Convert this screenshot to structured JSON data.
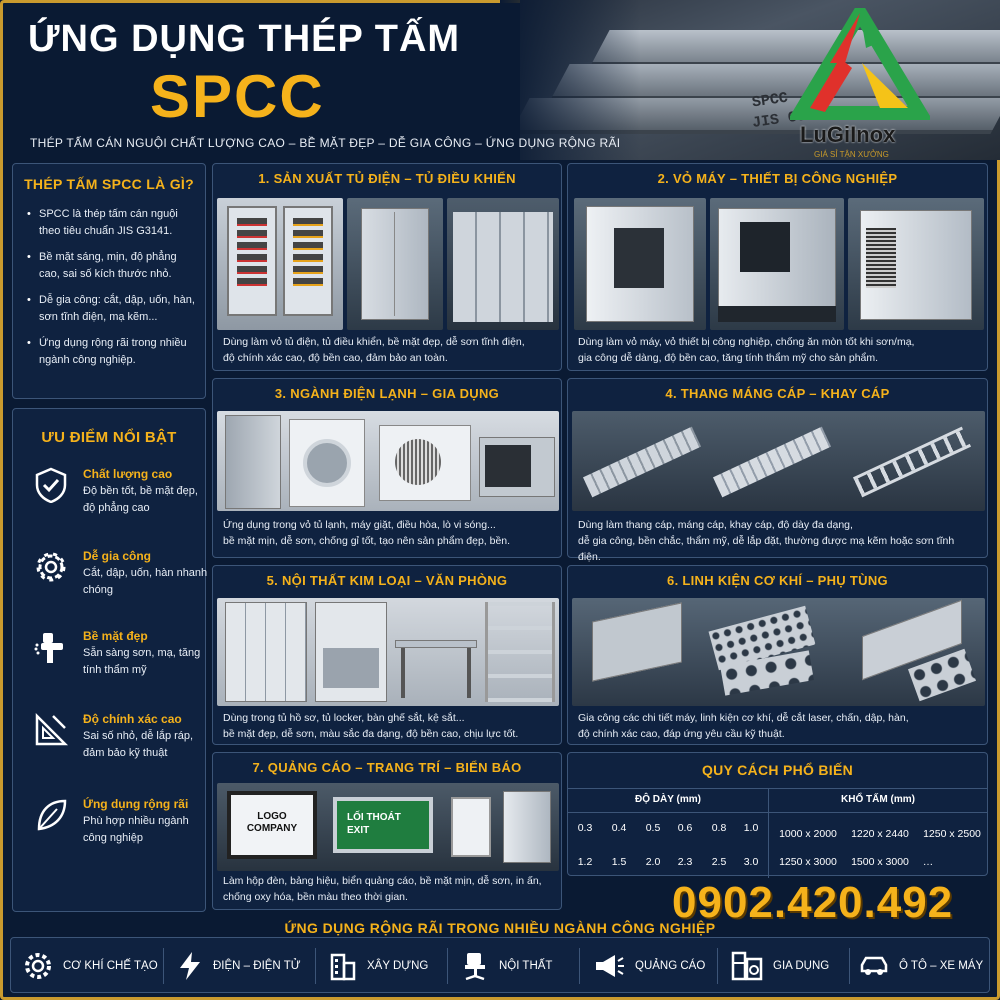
{
  "header": {
    "title_line1": "ỨNG DỤNG THÉP TẤM",
    "title_line2": "SPCC",
    "tagline": "THÉP TẤM CÁN NGUỘI CHẤT LƯỢNG CAO  –  BỀ MẶT ĐẸP  –  DỄ GIA CÔNG – ỨNG DỤNG RỘNG RÃI",
    "plate_text_1": "SPCC",
    "plate_text_2": "JIS G314"
  },
  "brand": {
    "name": "LuGiInox",
    "sub": "GIÁ SỈ TẬN XƯỞNG",
    "colors": {
      "red": "#e0312b",
      "green": "#2aa34a",
      "yellow": "#f5c318"
    }
  },
  "about": {
    "title": "THÉP TẤM SPCC LÀ GÌ?",
    "items": [
      "SPCC là thép tấm cán nguội theo tiêu chuẩn JIS G3141.",
      "Bề mặt sáng, mịn, độ phẳng cao, sai số kích thước nhỏ.",
      "Dễ gia công: cắt, dập, uốn, hàn, sơn tĩnh điện, mạ kẽm...",
      "Ứng dụng rộng rãi trong nhiều ngành công nghiệp."
    ]
  },
  "advantages": {
    "title": "ƯU ĐIỂM NỔI BẬT",
    "items": [
      {
        "title": "Chất lượng cao",
        "desc": "Độ bền tốt, bề mặt đẹp, độ phẳng cao",
        "icon": "shield-check-icon"
      },
      {
        "title": "Dễ gia công",
        "desc": "Cắt, dập, uốn, hàn nhanh chóng",
        "icon": "gear-icon"
      },
      {
        "title": "Bề mặt đẹp",
        "desc": "Sẵn sàng sơn, mạ, tăng tính thẩm mỹ",
        "icon": "spray-gun-icon"
      },
      {
        "title": "Độ chính xác cao",
        "desc": "Sai số nhỏ, dễ lắp ráp, đảm bảo kỹ thuật",
        "icon": "ruler-square-icon"
      },
      {
        "title": "Ứng dụng rộng rãi",
        "desc": "Phù hợp nhiều ngành công nghiệp",
        "icon": "leaf-icon"
      }
    ]
  },
  "apps": [
    {
      "title": "1. SẢN XUẤT TỦ ĐIỆN – TỦ ĐIỀU KHIỂN",
      "caption": [
        "Dùng làm vỏ tủ điện, tủ điều khiển, bề mặt đẹp, dễ sơn tĩnh điện,",
        "độ chính xác cao, độ bền cao, đảm bảo an toàn."
      ]
    },
    {
      "title": "2. VỎ MÁY – THIẾT BỊ CÔNG NGHIỆP",
      "caption": [
        "Dùng làm vỏ máy, vỏ thiết bị công nghiệp, chống ăn mòn tốt khi sơn/mạ,",
        "gia công dễ dàng, độ bền cao, tăng tính thẩm mỹ cho sản phẩm."
      ]
    },
    {
      "title": "3. NGÀNH ĐIỆN LẠNH – GIA DỤNG",
      "caption": [
        "Ứng dụng trong vỏ tủ lạnh, máy giặt, điều hòa, lò vi sóng...",
        "bề mặt mịn, dễ sơn, chống gỉ tốt, tạo nên sản phẩm đẹp, bền."
      ]
    },
    {
      "title": "4. THANG MÁNG CÁP – KHAY CÁP",
      "caption": [
        "Dùng làm thang cáp, máng cáp, khay cáp, độ dày đa dạng,",
        "dễ gia công, bền chắc, thẩm mỹ, dễ lắp đặt, thường được mạ kẽm hoặc sơn tĩnh điện."
      ]
    },
    {
      "title": "5. NỘI THẤT KIM LOẠI – VĂN PHÒNG",
      "caption": [
        "Dùng trong tủ hồ sơ, tủ locker, bàn ghế sắt, kệ sắt...",
        "bề mặt đẹp, dễ sơn, màu sắc đa dạng, độ bền cao, chịu lực tốt."
      ]
    },
    {
      "title": "6. LINH KIỆN CƠ KHÍ – PHỤ TÙNG",
      "caption": [
        "Gia công các chi tiết máy, linh kiện cơ khí, dễ cắt laser, chấn, dập, hàn,",
        "độ chính xác cao, đáp ứng yêu cầu kỹ thuật."
      ]
    },
    {
      "title": "7. QUẢNG CÁO – TRANG TRÍ – BIỂN BÁO",
      "caption": [
        "Làm hộp đèn, bảng hiệu, biển quảng cáo, bề mặt mịn, dễ sơn, in ấn,",
        "chống oxy hóa, bền màu theo thời gian."
      ]
    }
  ],
  "sign_texts": {
    "logo": "LOGO",
    "company": "COMPANY",
    "exit_vn": "LỐI THOÁT",
    "exit_en": "EXIT"
  },
  "specs": {
    "title": "QUY CÁCH PHỔ BIẾN",
    "thickness_header": "ĐỘ DÀY (mm)",
    "size_header": "KHỔ TẤM  (mm)",
    "thickness_rows": [
      [
        "0.3",
        "0.4",
        "0.5",
        "0.6",
        "0.8",
        "1.0"
      ],
      [
        "1.2",
        "1.5",
        "2.0",
        "2.3",
        "2.5",
        "3.0"
      ]
    ],
    "size_rows": [
      [
        "1000 x 2000",
        "1220 x 2440",
        "1250 x 2500"
      ],
      [
        "1250 x 3000",
        "1500 x 3000",
        "…"
      ]
    ]
  },
  "phone": "0902.420.492",
  "industries": {
    "title": "ỨNG DỤNG RỘNG RÃI TRONG NHIỀU NGÀNH CÔNG NGHIỆP",
    "items": [
      {
        "label": "CƠ KHÍ CHẾ TẠO",
        "icon": "gear-icon"
      },
      {
        "label": "ĐIỆN – ĐIỆN TỬ",
        "icon": "lightning-icon"
      },
      {
        "label": "XÂY DỰNG",
        "icon": "building-icon"
      },
      {
        "label": "NỘI THẤT",
        "icon": "office-chair-icon"
      },
      {
        "label": "QUẢNG CÁO",
        "icon": "megaphone-icon"
      },
      {
        "label": "GIA DỤNG",
        "icon": "appliance-icon"
      },
      {
        "label": "Ô TÔ – XE MÁY",
        "icon": "car-icon"
      }
    ]
  },
  "colors": {
    "background": "#0a1a33",
    "panel": "#0f2240",
    "accent": "#f5b21b",
    "border": "#3c5578"
  }
}
